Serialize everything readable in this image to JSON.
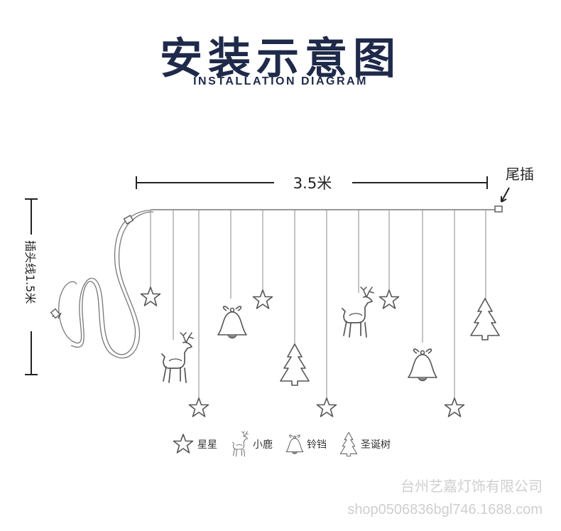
{
  "heading": {
    "title": "安装示意图",
    "subtitle": "INSTALLATION DIAGRAM"
  },
  "dimensions": {
    "width_label": "3.5米",
    "plug_cord_label": "插头线1.5米",
    "tail_plug_label": "尾插"
  },
  "legend": [
    {
      "icon": "star-icon",
      "label": "星星"
    },
    {
      "icon": "deer-icon",
      "label": "小鹿"
    },
    {
      "icon": "bell-icon",
      "label": "铃铛"
    },
    {
      "icon": "tree-icon",
      "label": "圣诞树"
    }
  ],
  "watermark": {
    "company": "台州艺嘉灯饰有限公司",
    "shop": "shop0506836bgl746.1688.com"
  }
}
